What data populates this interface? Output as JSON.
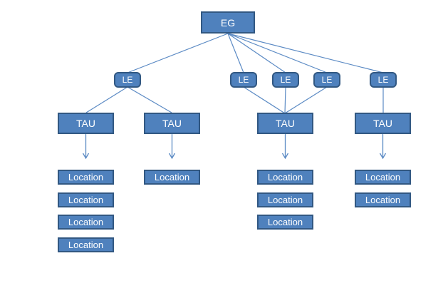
{
  "diagram": {
    "nodes": {
      "eg": "EG",
      "le": [
        "LE",
        "LE",
        "LE",
        "LE",
        "LE"
      ],
      "tau": [
        "TAU",
        "TAU",
        "TAU",
        "TAU"
      ],
      "locations_col1": [
        "Location",
        "Location",
        "Location",
        "Location"
      ],
      "locations_col2": [
        "Location"
      ],
      "locations_col3": [
        "Location",
        "Location",
        "Location"
      ],
      "locations_col4": [
        "Location",
        "Location"
      ]
    },
    "edges": [
      {
        "from": "eg",
        "to": "le-1"
      },
      {
        "from": "eg",
        "to": "le-2"
      },
      {
        "from": "eg",
        "to": "le-3"
      },
      {
        "from": "eg",
        "to": "le-4"
      },
      {
        "from": "eg",
        "to": "le-5"
      },
      {
        "from": "le-1",
        "to": "tau-1"
      },
      {
        "from": "le-1",
        "to": "tau-2"
      },
      {
        "from": "le-2",
        "to": "tau-3"
      },
      {
        "from": "le-3",
        "to": "tau-3"
      },
      {
        "from": "le-4",
        "to": "tau-3"
      },
      {
        "from": "le-5",
        "to": "tau-4"
      }
    ],
    "arrows": [
      {
        "from": "tau-1",
        "to": "locations_col1"
      },
      {
        "from": "tau-2",
        "to": "locations_col2"
      },
      {
        "from": "tau-3",
        "to": "locations_col3"
      },
      {
        "from": "tau-4",
        "to": "locations_col4"
      }
    ],
    "colors": {
      "node_fill": "#4f81bd",
      "node_border": "#325882",
      "connector": "#5b8ac4",
      "text": "#ffffff",
      "background": "#ffffff"
    }
  }
}
